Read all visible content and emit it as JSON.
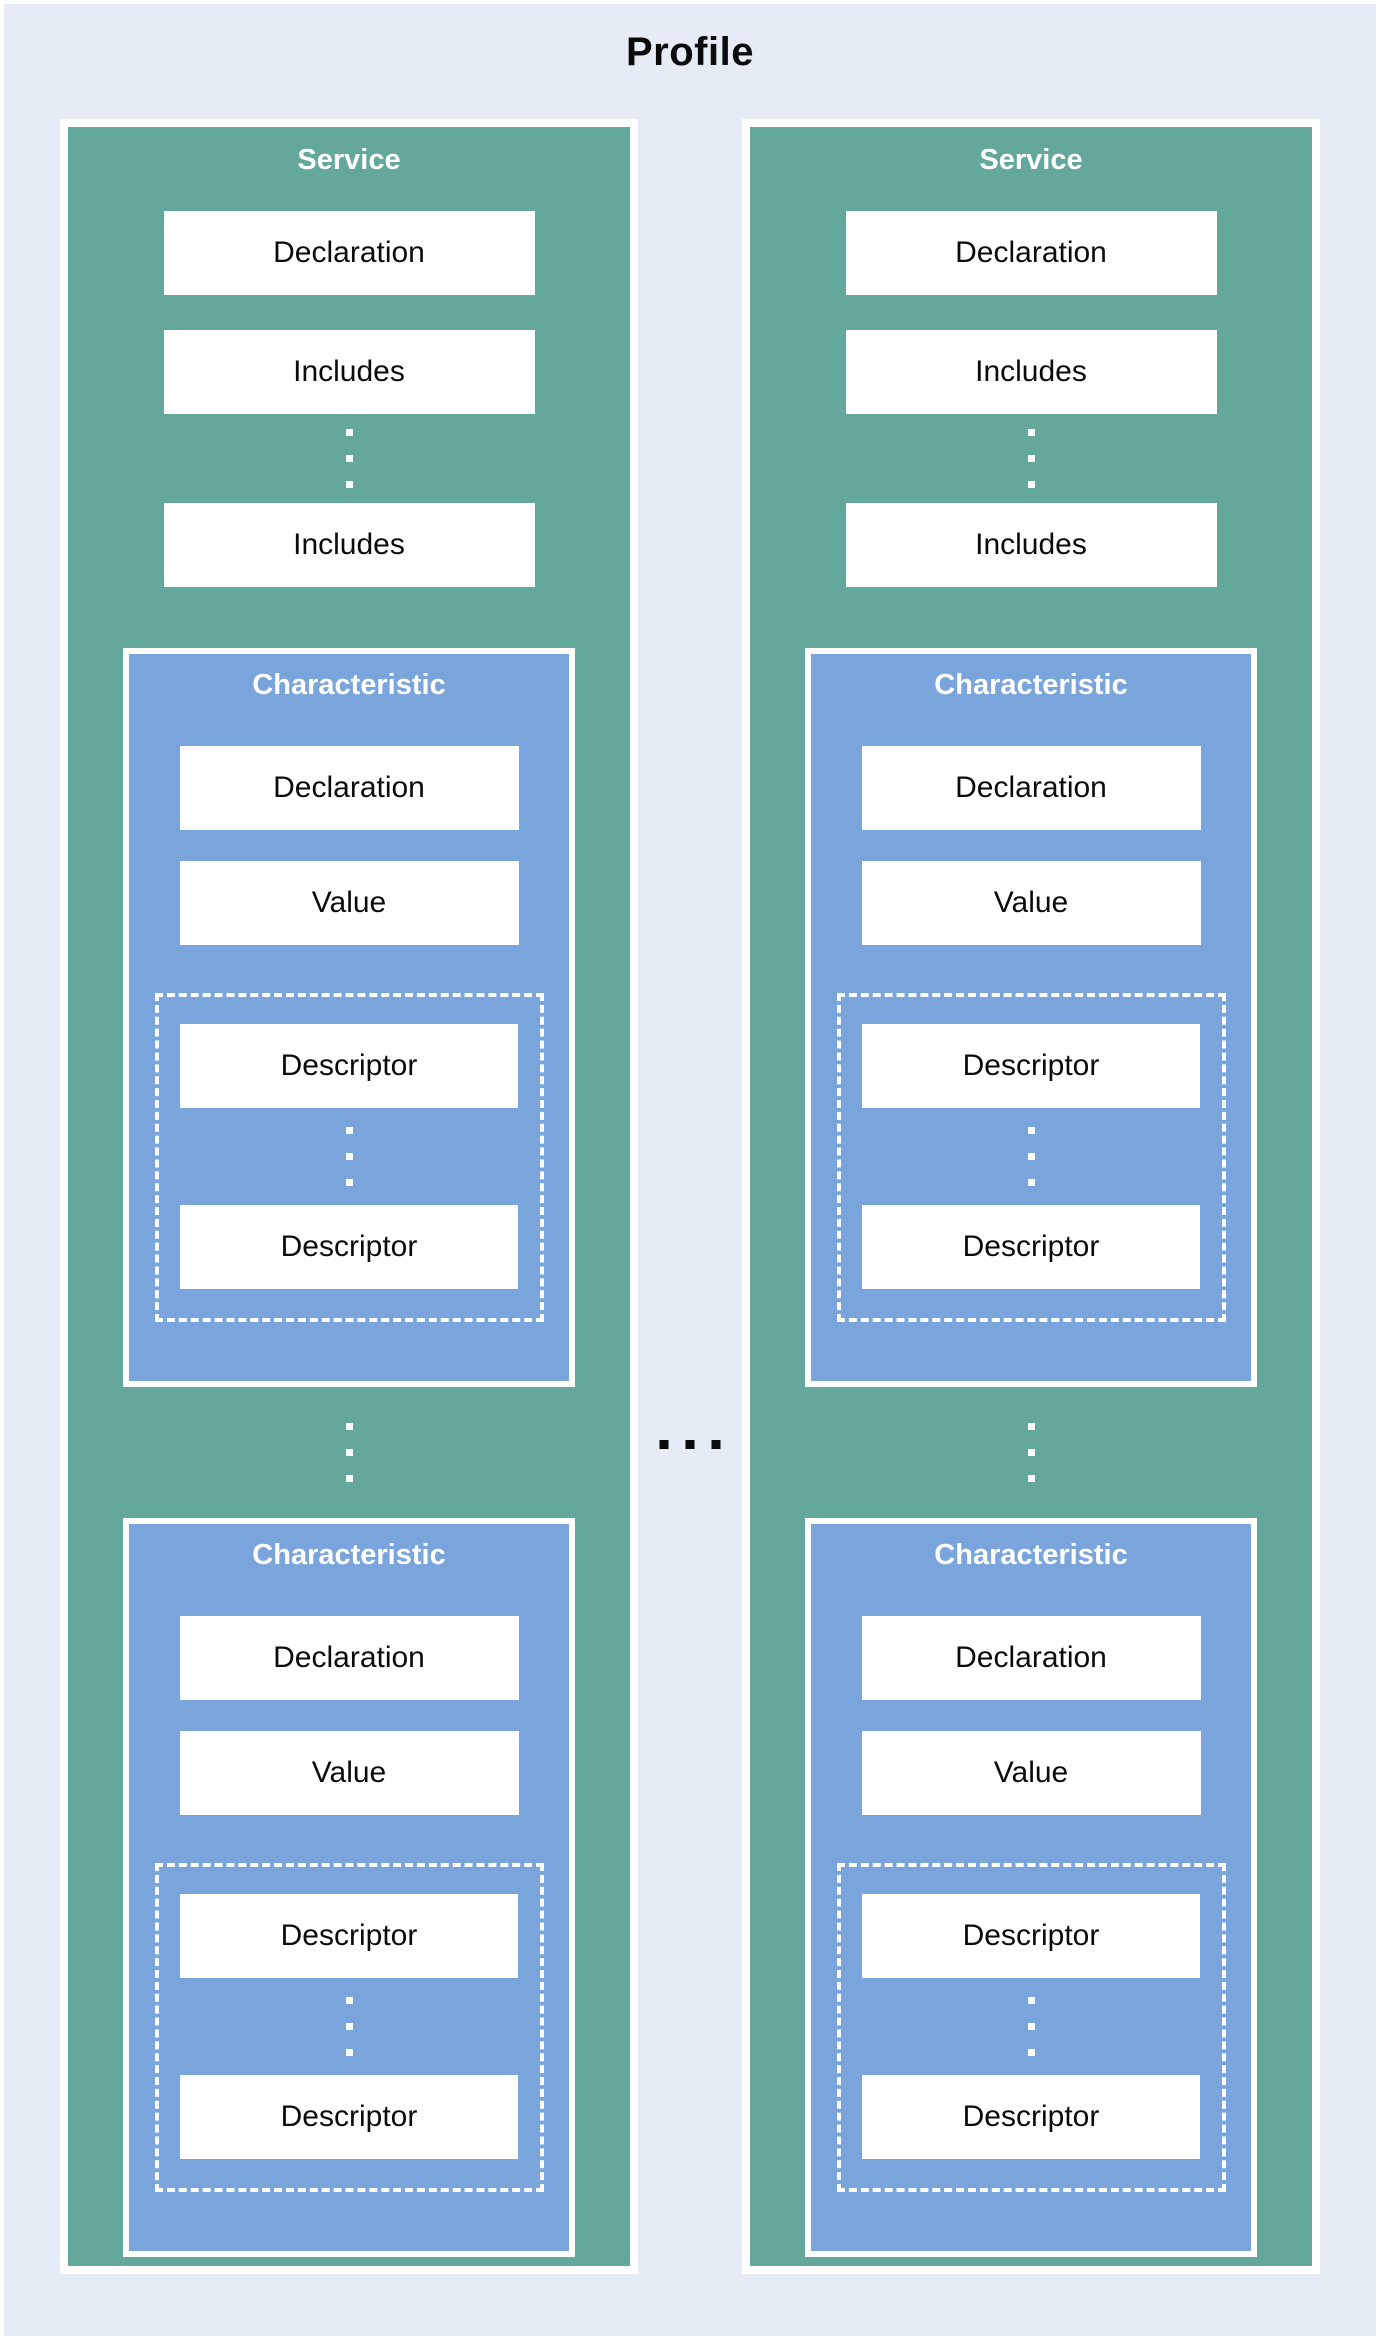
{
  "title": "Profile",
  "colors": {
    "background": "#e6ecf5",
    "service_fill": "#64a89b",
    "characteristic_fill": "#7aa4dc",
    "row_fill": "#ffffff",
    "header_text": "#ffffff",
    "label_text": "#0b0b0b"
  },
  "services": [
    {
      "title": "Service",
      "declaration_label": "Declaration",
      "includes_labels": [
        "Includes",
        "Includes"
      ],
      "characteristics": [
        {
          "title": "Characteristic",
          "declaration_label": "Declaration",
          "value_label": "Value",
          "descriptor_labels": [
            "Descriptor",
            "Descriptor"
          ]
        },
        {
          "title": "Characteristic",
          "declaration_label": "Declaration",
          "value_label": "Value",
          "descriptor_labels": [
            "Descriptor",
            "Descriptor"
          ]
        }
      ]
    },
    {
      "title": "Service",
      "declaration_label": "Declaration",
      "includes_labels": [
        "Includes",
        "Includes"
      ],
      "characteristics": [
        {
          "title": "Characteristic",
          "declaration_label": "Declaration",
          "value_label": "Value",
          "descriptor_labels": [
            "Descriptor",
            "Descriptor"
          ]
        },
        {
          "title": "Characteristic",
          "declaration_label": "Declaration",
          "value_label": "Value",
          "descriptor_labels": [
            "Descriptor",
            "Descriptor"
          ]
        }
      ]
    }
  ]
}
